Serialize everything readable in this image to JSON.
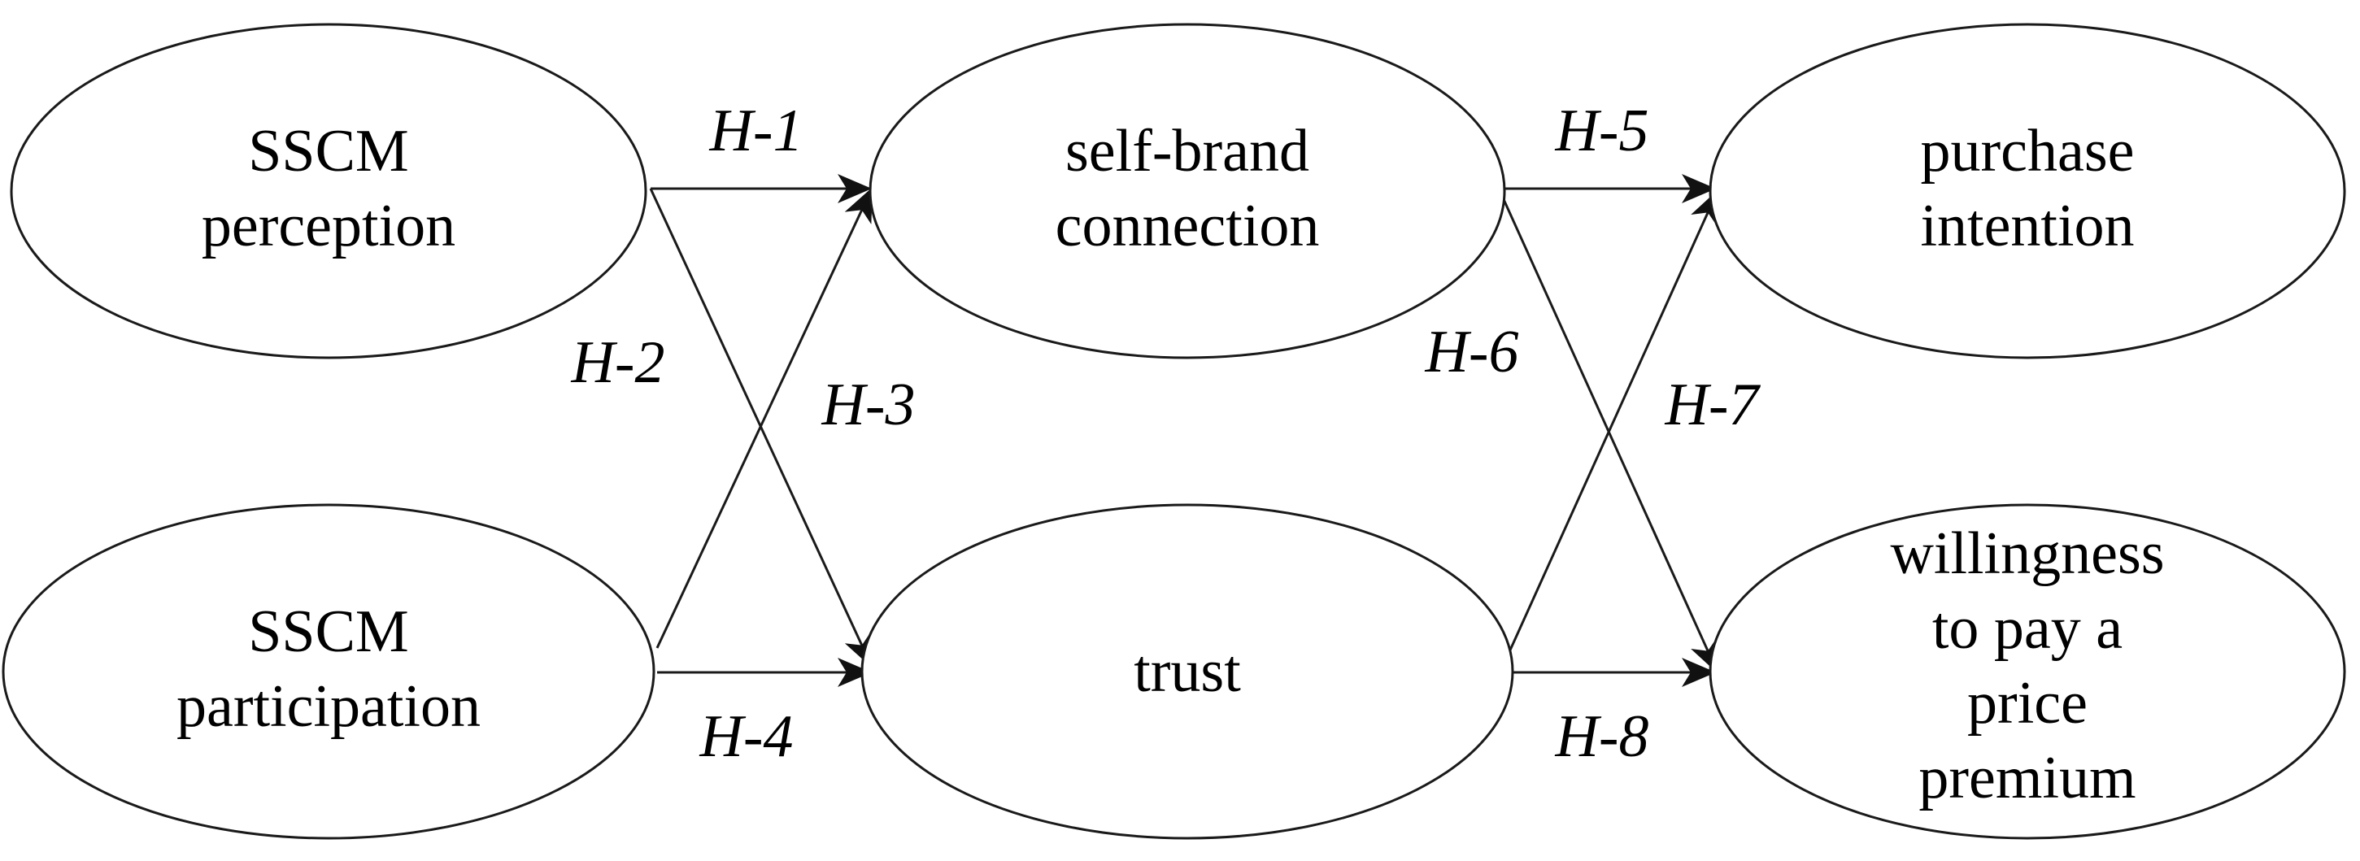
{
  "nodes": {
    "sscm_perception": {
      "lines": [
        "SSCM",
        "perception"
      ]
    },
    "sscm_participation": {
      "lines": [
        "SSCM",
        "participation"
      ]
    },
    "self_brand_connection": {
      "lines": [
        "self-brand",
        "connection"
      ]
    },
    "trust": {
      "lines": [
        "trust"
      ]
    },
    "purchase_intention": {
      "lines": [
        "purchase",
        "intention"
      ]
    },
    "willingness_to_pay": {
      "lines": [
        "willingness",
        "to pay a",
        "price",
        "premium"
      ]
    }
  },
  "edges": [
    {
      "label": "H-1",
      "from": "SSCM perception",
      "to": "self-brand connection"
    },
    {
      "label": "H-2",
      "from": "SSCM perception",
      "to": "trust"
    },
    {
      "label": "H-3",
      "from": "SSCM participation",
      "to": "self-brand connection"
    },
    {
      "label": "H-4",
      "from": "SSCM participation",
      "to": "trust"
    },
    {
      "label": "H-5",
      "from": "self-brand connection",
      "to": "purchase intention"
    },
    {
      "label": "H-6",
      "from": "self-brand connection",
      "to": "willingness to pay a price premium"
    },
    {
      "label": "H-7",
      "from": "trust",
      "to": "purchase intention"
    },
    {
      "label": "H-8",
      "from": "trust",
      "to": "willingness to pay a price premium"
    }
  ]
}
